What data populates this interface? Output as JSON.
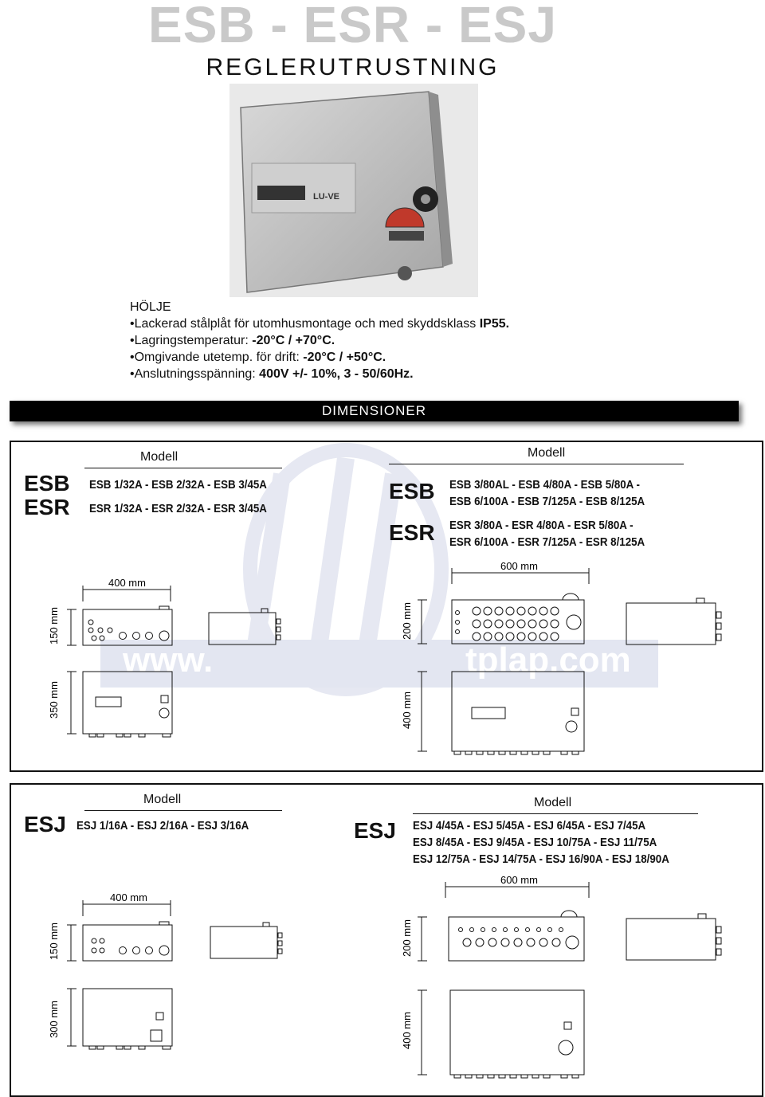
{
  "header": {
    "title": "ESB - ESR - ESJ",
    "subtitle": "REGLERUTRUSTNING"
  },
  "holje": {
    "heading": "HÖLJE",
    "items": [
      {
        "text": "Lackerad stålplåt för utomhusmontage och med skyddsklass ",
        "bold": "IP55."
      },
      {
        "text": "Lagringstemperatur: ",
        "bold": "-20°C / +70°C."
      },
      {
        "text": "Omgivande utetemp. för drift: ",
        "bold": "-20°C / +50°C."
      },
      {
        "text": "Anslutningsspänning: ",
        "bold": "400V +/- 10%, 3 - 50/60Hz."
      }
    ]
  },
  "dimensioner_label": "DIMENSIONER",
  "watermark": {
    "left": "www.",
    "right": "tplap.com"
  },
  "panel1": {
    "left": {
      "modell_label": "Modell",
      "codes": [
        "ESB",
        "ESR"
      ],
      "lines": [
        "ESB 1/32A - ESB 2/32A - ESB 3/45A",
        "ESR 1/32A - ESR 2/32A - ESR 3/45A"
      ],
      "width_label": "400 mm",
      "height_side": "150 mm",
      "height_front": "350 mm"
    },
    "right": {
      "modell_label": "Modell",
      "codes": [
        "ESB",
        "ESR"
      ],
      "esb_lines": [
        "ESB 3/80AL - ESB 4/80A - ESB 5/80A -",
        "ESB 6/100A - ESB 7/125A - ESB 8/125A"
      ],
      "esr_lines": [
        "ESR 3/80A - ESR 4/80A - ESR 5/80A -",
        "ESR 6/100A - ESR 7/125A - ESR 8/125A"
      ],
      "width_label": "600  mm",
      "height_side": "200 mm",
      "height_front": "400 mm"
    }
  },
  "panel2": {
    "left": {
      "modell_label": "Modell",
      "code": "ESJ",
      "line": "ESJ 1/16A - ESJ 2/16A - ESJ 3/16A",
      "width_label": "400 mm",
      "height_side": "150 mm",
      "height_front": "300 mm"
    },
    "right": {
      "modell_label": "Modell",
      "code": "ESJ",
      "lines": [
        "ESJ 4/45A - ESJ 5/45A - ESJ 6/45A - ESJ 7/45A",
        "ESJ 8/45A - ESJ 9/45A - ESJ 10/75A - ESJ 11/75A",
        "ESJ 12/75A - ESJ 14/75A - ESJ 16/90A - ESJ 18/90A"
      ],
      "width_label": "600  mm",
      "height_side": "200 mm",
      "height_front": "400 mm"
    }
  },
  "photo": {
    "brand": "LU-VE",
    "icon": "control-box-photo"
  }
}
